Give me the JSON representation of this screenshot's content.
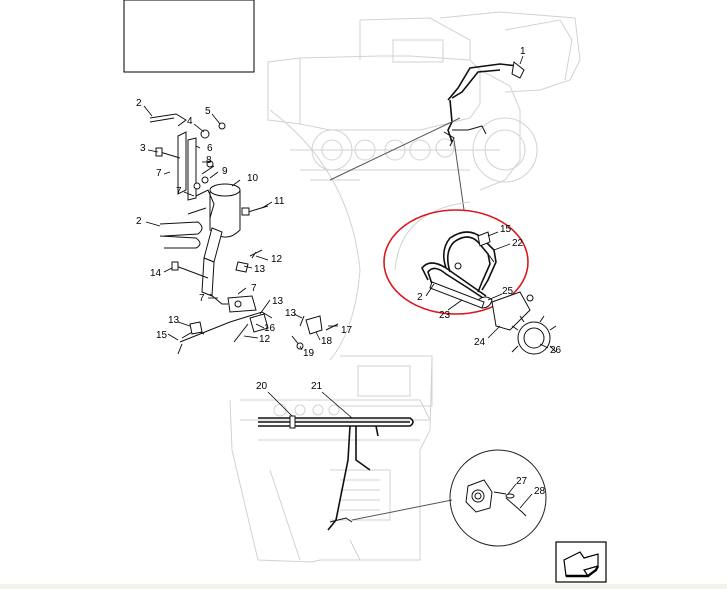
{
  "diagram": {
    "callouts": [
      {
        "id": "c1",
        "text": "1"
      },
      {
        "id": "c2a",
        "text": "2"
      },
      {
        "id": "c5",
        "text": "5"
      },
      {
        "id": "c4",
        "text": "4"
      },
      {
        "id": "c6",
        "text": "6"
      },
      {
        "id": "c3",
        "text": "3"
      },
      {
        "id": "c8",
        "text": "8"
      },
      {
        "id": "c7a",
        "text": "7"
      },
      {
        "id": "c9",
        "text": "9"
      },
      {
        "id": "c10",
        "text": "10"
      },
      {
        "id": "c7b",
        "text": "7"
      },
      {
        "id": "c11",
        "text": "11"
      },
      {
        "id": "c2b",
        "text": "2"
      },
      {
        "id": "c12a",
        "text": "12"
      },
      {
        "id": "c13a",
        "text": "13"
      },
      {
        "id": "c14",
        "text": "14"
      },
      {
        "id": "c7c",
        "text": "7"
      },
      {
        "id": "c7d",
        "text": "7"
      },
      {
        "id": "c13b",
        "text": "13"
      },
      {
        "id": "c13c",
        "text": "13"
      },
      {
        "id": "c13d",
        "text": "13"
      },
      {
        "id": "c15a",
        "text": "15"
      },
      {
        "id": "c16",
        "text": "16"
      },
      {
        "id": "c12b",
        "text": "12"
      },
      {
        "id": "c17",
        "text": "17"
      },
      {
        "id": "c18",
        "text": "18"
      },
      {
        "id": "c19",
        "text": "19"
      },
      {
        "id": "c15b",
        "text": "15"
      },
      {
        "id": "c22",
        "text": "22"
      },
      {
        "id": "c2c",
        "text": "2"
      },
      {
        "id": "c23",
        "text": "23"
      },
      {
        "id": "c25",
        "text": "25"
      },
      {
        "id": "c24",
        "text": "24"
      },
      {
        "id": "c26",
        "text": "26"
      },
      {
        "id": "c20",
        "text": "20"
      },
      {
        "id": "c21",
        "text": "21"
      },
      {
        "id": "c27",
        "text": "27"
      },
      {
        "id": "c28",
        "text": "28"
      }
    ],
    "highlight_color": "#d8191f",
    "nav_icon": "next-page-arrow-icon"
  }
}
